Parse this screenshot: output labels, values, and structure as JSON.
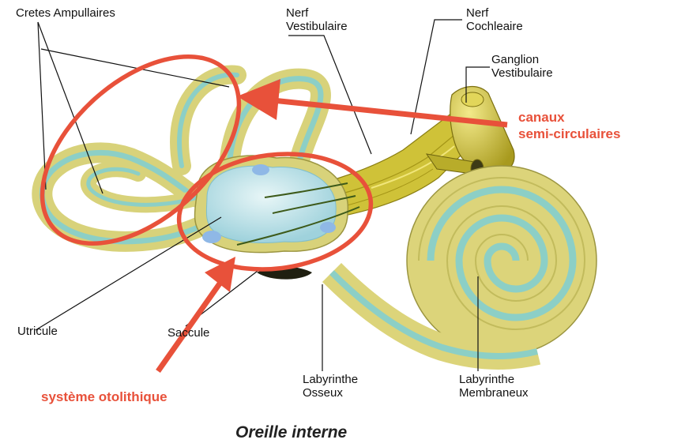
{
  "labels": {
    "cretes_ampullaires": "Cretes Ampullaires",
    "nerf_vestibulaire": "Nerf\nVestibulaire",
    "nerf_cochleaire": "Nerf\nCochleaire",
    "ganglion_vestibulaire": "Ganglion\nVestibulaire",
    "utricule": "Utricule",
    "saccule": "Saccule",
    "labyrinthe_osseux": "Labyrinthe\nOsseux",
    "labyrinthe_membraneux": "Labyrinthe\nMembraneux"
  },
  "annotations": {
    "canaux": "canaux\nsemi-circulaires",
    "otolithique": "système otolithique"
  },
  "caption": "Oreille interne",
  "colors": {
    "annotation_red": "#e8513a",
    "bone_yellow": "#dcd47a",
    "membrane_teal": "#8ccfc6",
    "nerf_yellow": "#d9cc3c",
    "vestibule_blue": "#bfe3ea",
    "leader_line": "#111111"
  }
}
